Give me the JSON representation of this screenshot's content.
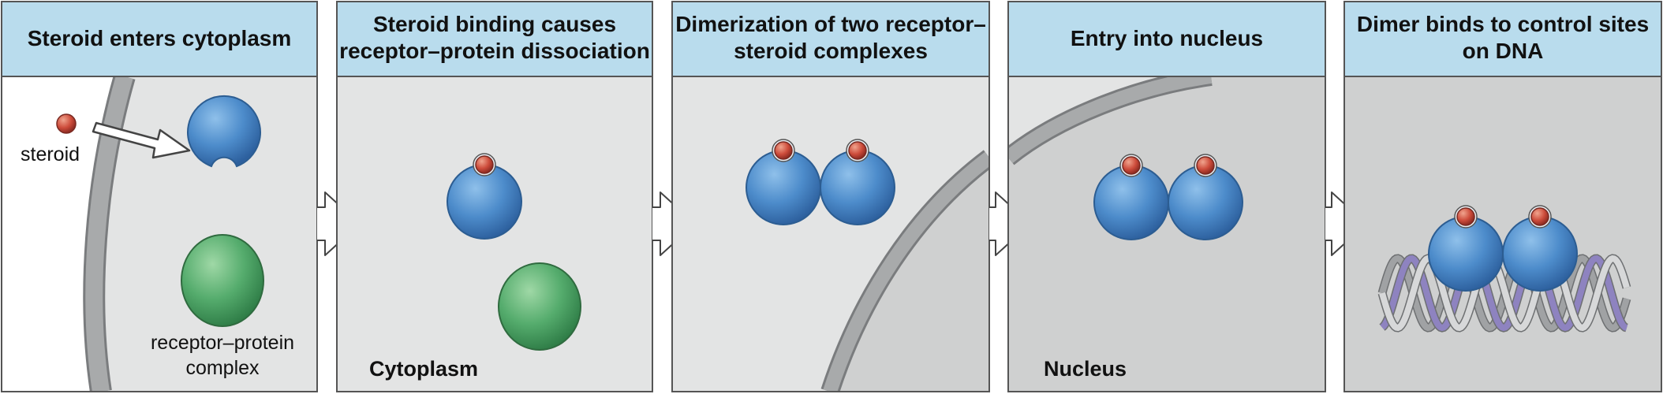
{
  "panels": [
    {
      "title_lines": [
        "Steroid enters cytoplasm"
      ]
    },
    {
      "title_lines": [
        "Steroid binding causes",
        "receptor–protein dissociation"
      ],
      "region_label": "Cytoplasm"
    },
    {
      "title_lines": [
        "Dimerization of two receptor–",
        "steroid complexes"
      ]
    },
    {
      "title_lines": [
        "Entry into nucleus"
      ],
      "region_label": "Nucleus"
    },
    {
      "title_lines": [
        "Dimer binds to control sites",
        "on DNA"
      ]
    }
  ],
  "labels": {
    "steroid": "steroid",
    "complex_line1": "receptor–protein",
    "complex_line2": "complex"
  },
  "colors": {
    "header_bg": "#b9dced",
    "panel_bg": "#e3e4e4",
    "nucleus_bg": "#cfd0d0",
    "membrane": "#a8aaab",
    "receptor": "#3f7fbf",
    "protein": "#4fa866",
    "steroid": "#c9473a",
    "dna_gray": "#a0a2a4",
    "dna_purple": "#8e83c0"
  }
}
